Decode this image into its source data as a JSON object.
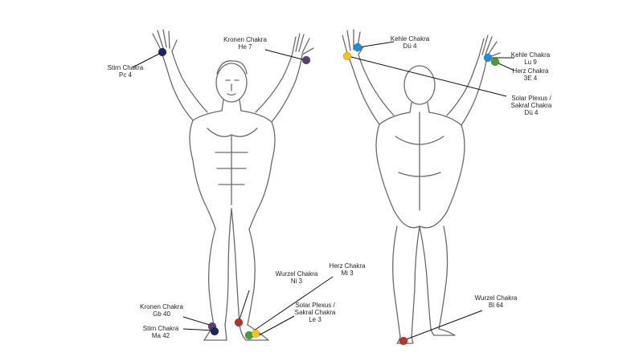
{
  "colors": {
    "crown": "#5b3f73",
    "brow": "#1c2466",
    "throat": "#1f8fd6",
    "heart": "#4c9a3c",
    "solar": "#f0c419",
    "root": "#b2362b",
    "outline": "#6a6a6a",
    "line": "#111111"
  },
  "front": {
    "stirn_hand": {
      "name": "Stirn Chakra",
      "point": "Pc 4",
      "color": "brow"
    },
    "kronen_hand": {
      "name": "Kronen Chakra",
      "point": "He 7",
      "color": "crown"
    },
    "kronen_foot": {
      "name": "Kronen Chakra",
      "point": "Gb 40",
      "color": "crown"
    },
    "stirn_foot": {
      "name": "Stirn Chakra",
      "point": "Ma 42",
      "color": "brow"
    },
    "wurzel_foot": {
      "name": "Wurzel Chakra",
      "point": "Ni 3",
      "color": "root"
    },
    "herz_foot": {
      "name": "Herz Chakra",
      "point": "Mi 3",
      "color": "heart"
    },
    "solar_foot": {
      "name1": "Solar Plexus /",
      "name2": "Sakral Chakra",
      "point": "Le 3",
      "color": "solar"
    }
  },
  "back": {
    "kehle_left": {
      "name": "Kehle Chakra",
      "point": "Dü 4",
      "color": "throat"
    },
    "kehle_right": {
      "name": "Kehle Chakra",
      "point": "Lu 9",
      "color": "throat"
    },
    "herz_right": {
      "name": "Herz Chakra",
      "point": "3E 4",
      "color": "heart"
    },
    "solar_left": {
      "name1": "Solar Plexus /",
      "name2": "Sakral Chakra",
      "point": "Dü 4",
      "color": "solar"
    },
    "wurzel_foot": {
      "name": "Wurzel Chakra",
      "point": "Bl 64",
      "color": "root"
    }
  }
}
